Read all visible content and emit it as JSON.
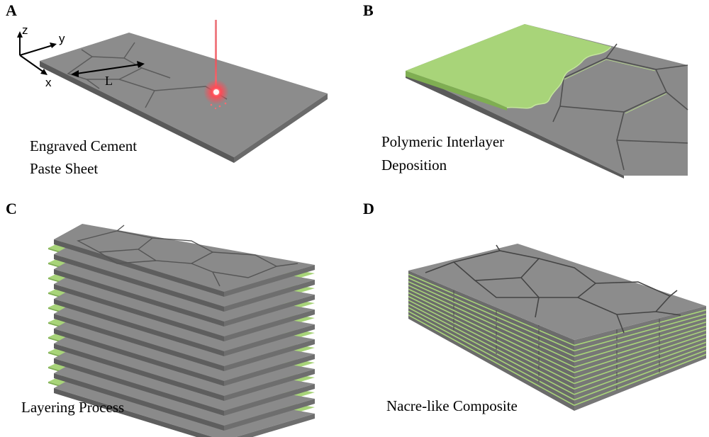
{
  "panels": [
    {
      "letter": "A",
      "caption_lines": [
        "Engraved Cement",
        "Paste Sheet"
      ]
    },
    {
      "letter": "B",
      "caption_lines": [
        "Polymeric Interlayer",
        "Deposition"
      ]
    },
    {
      "letter": "C",
      "caption_lines": [
        "Layering Process"
      ]
    },
    {
      "letter": "D",
      "caption_lines": [
        "Nacre-like Composite"
      ]
    }
  ],
  "axes": {
    "z": "z",
    "y": "y",
    "x": "x"
  },
  "dimension_label": "L",
  "colors": {
    "cement_top": "#8a8a8a",
    "cement_side": "#5e5e5e",
    "cement_edge": "#4a4a4a",
    "polymer": "#a8d479",
    "polymer_dark": "#7fae52",
    "laser": "#e0303a"
  }
}
